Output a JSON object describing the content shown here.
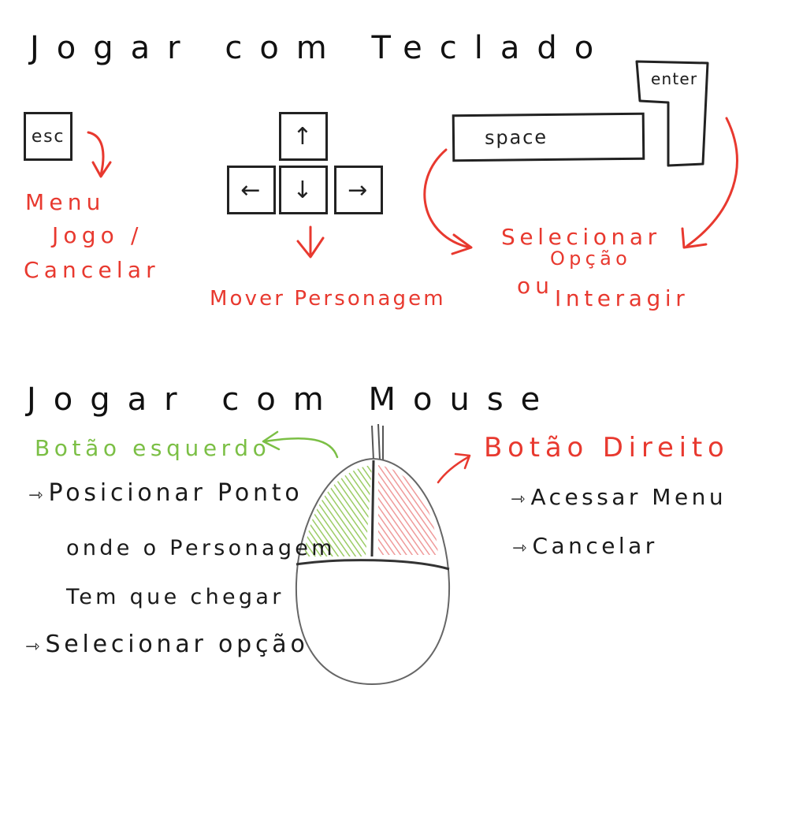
{
  "keyboard": {
    "title": "Jogar com Teclado",
    "keys": {
      "esc": "esc",
      "up": "↑",
      "left": "←",
      "down": "↓",
      "right": "→",
      "space": "space",
      "enter": "enter"
    },
    "esc_action_lines": [
      "Menu",
      "Jogo /",
      "Cancelar"
    ],
    "arrows_action": "Mover Personagem",
    "select_action_lines": [
      "Selecionar",
      "Opção",
      "ou",
      "Interagir"
    ]
  },
  "mouse": {
    "title": "Jogar com Mouse",
    "left_button": {
      "label": "Botão esquerdo",
      "actions": [
        "Posicionar Ponto",
        "onde o Personagem",
        "Tem que chegar",
        "Selecionar opção"
      ]
    },
    "right_button": {
      "label": "Botão Direito",
      "actions": [
        "Acessar Menu",
        "Cancelar"
      ]
    }
  },
  "colors": {
    "ink": "#1a1a1a",
    "red": "#e8392f",
    "green": "#7bbf45",
    "left_fill": "#9ccc65",
    "right_fill": "#ef9a9a"
  },
  "icons": {
    "esc_arrow": "curved-arrow-down-icon",
    "arrows_arrow": "arrow-down-icon",
    "space_arrow": "curved-arrow-icon",
    "enter_arrow": "curved-arrow-icon",
    "green_arrow": "curved-arrow-left-icon",
    "red_arrow": "arrow-up-right-icon",
    "bullet": "arrow-right-icon"
  }
}
